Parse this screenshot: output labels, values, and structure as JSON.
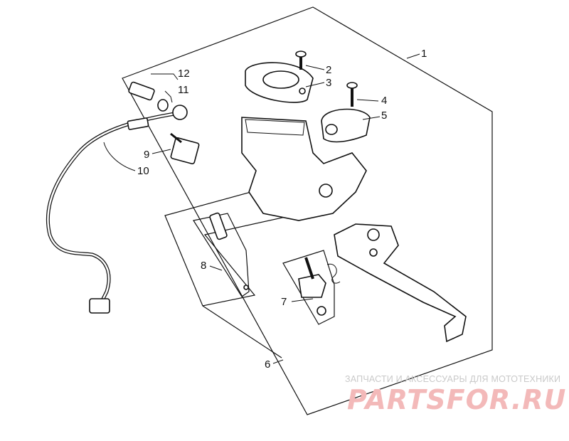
{
  "callouts": [
    {
      "id": "1",
      "label": "1"
    },
    {
      "id": "2",
      "label": "2"
    },
    {
      "id": "3",
      "label": "3"
    },
    {
      "id": "4",
      "label": "4"
    },
    {
      "id": "5",
      "label": "5"
    },
    {
      "id": "6",
      "label": "6"
    },
    {
      "id": "7",
      "label": "7"
    },
    {
      "id": "8",
      "label": "8"
    },
    {
      "id": "9",
      "label": "9"
    },
    {
      "id": "10",
      "label": "10"
    },
    {
      "id": "11",
      "label": "11"
    },
    {
      "id": "12",
      "label": "12"
    }
  ],
  "watermark": {
    "tagline": "ЗАПЧАСТИ И АКСЕССУАРЫ ДЛЯ МОТОТЕХНИКИ",
    "logo": "PARTSFOR.RU",
    "tagline_color": "#c9c9c9",
    "logo_color": "#f3b9b9"
  }
}
